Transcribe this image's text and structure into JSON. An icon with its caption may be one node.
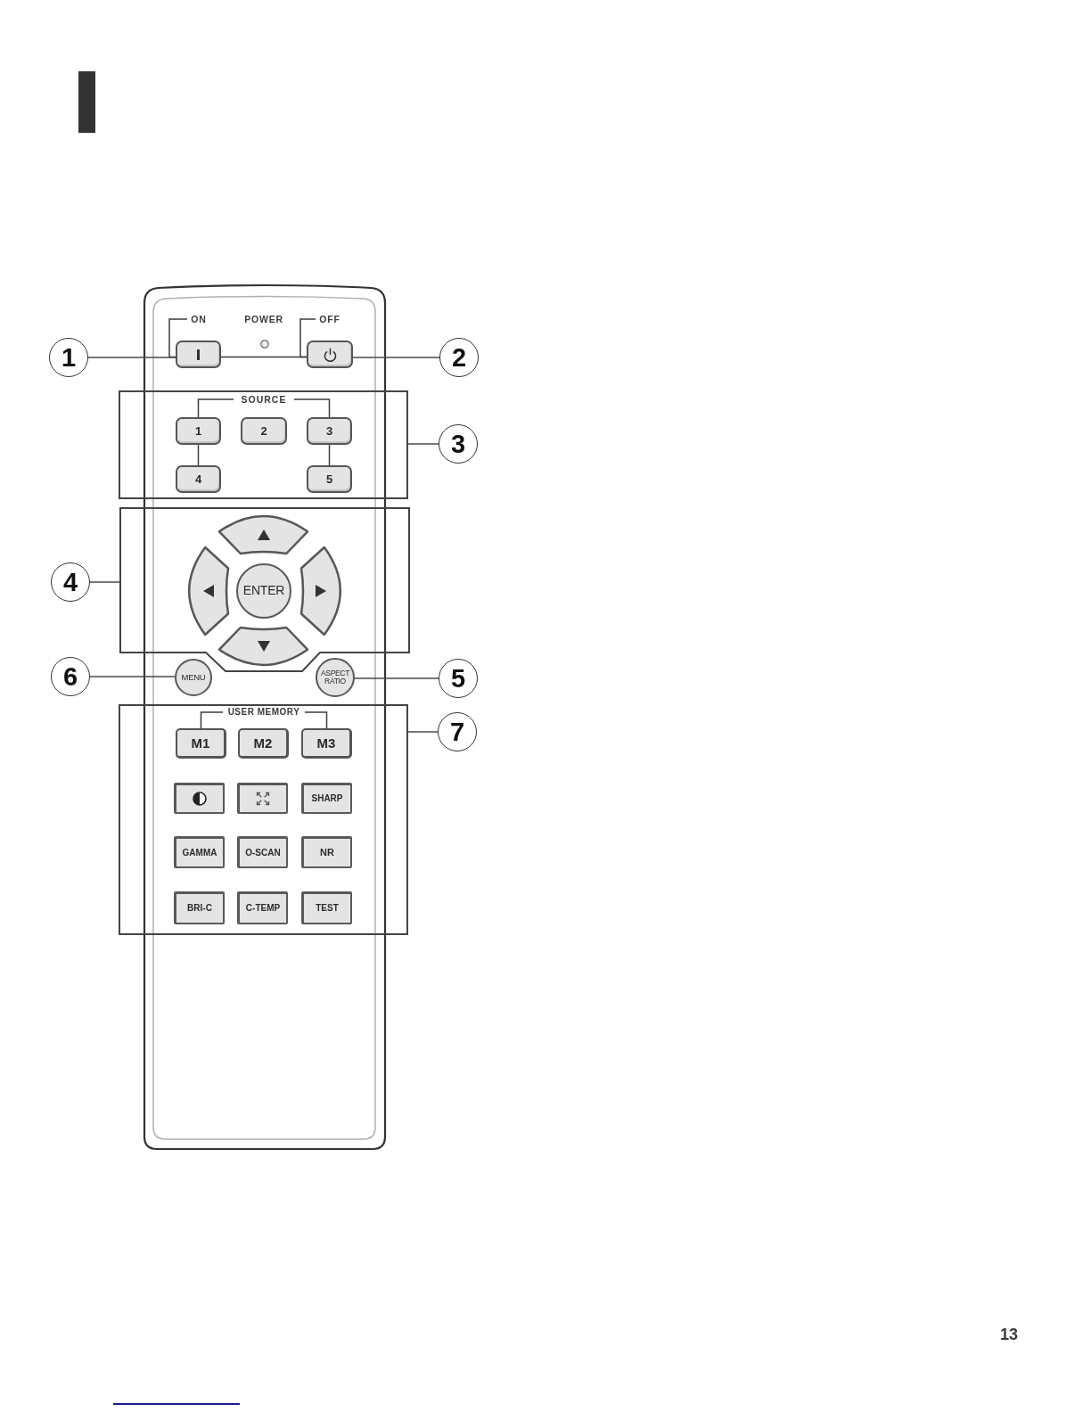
{
  "diagram": {
    "nodes": [
      {
        "text": [
          "ON"
        ]
      },
      {
        "text": [
          "OFF"
        ]
      },
      {
        "text": [
          "1"
        ]
      },
      {
        "text": [],
        "shape": "box"
      },
      {
        "text": [],
        "shape": "box"
      },
      {
        "text": [
          "2"
        ]
      },
      {
        "text": [],
        "shape": "box"
      },
      {
        "text": [
          "SOURCE"
        ],
        "in": 6
      },
      {
        "text": [
          "1"
        ],
        "in": 6
      },
      {
        "text": [
          "2"
        ],
        "in": 6
      },
      {
        "text": [
          "3"
        ],
        "in": 6
      },
      {
        "text": [
          "3"
        ]
      },
      {
        "text": [
          "4"
        ],
        "in": 6
      },
      {
        "text": [
          "5"
        ],
        "in": 6
      },
      {
        "text": [],
        "shape": "box"
      },
      {
        "text": [],
        "shape": "wedge",
        "in": 14
      },
      {
        "text": [
          "4"
        ]
      },
      {
        "text": [],
        "shape": "wedge",
        "in": 14
      },
      {
        "text": [
          "ENTER"
        ],
        "in": 14
      },
      {
        "text": [],
        "shape": "wedge",
        "in": 14
      },
      {
        "text": [],
        "shape": "wedge",
        "in": 14
      },
      {
        "text": [
          "6"
        ]
      },
      {
        "text": [
          "MENU"
        ]
      },
      {
        "text": [
          "ASPECT RATIO"
        ]
      },
      {
        "text": [
          "5"
        ]
      },
      {
        "text": [],
        "shape": "box"
      },
      {
        "text": [
          "USER MEMORY"
        ],
        "in": 25
      },
      {
        "text": [
          "7"
        ]
      },
      {
        "text": [
          "M1"
        ],
        "in": 25
      },
      {
        "text": [
          "M2"
        ],
        "in": 25
      },
      {
        "text": [
          "M3"
        ],
        "in": 25
      },
      {
        "text": [],
        "shape": "box",
        "in": 25
      },
      {
        "text": [],
        "shape": "box",
        "in": 25
      },
      {
        "text": [
          "SHARP"
        ],
        "in": 25
      },
      {
        "text": [
          "GAMMA"
        ],
        "in": 25
      },
      {
        "text": [
          "O-SCAN"
        ],
        "in": 25
      },
      {
        "text": [
          "NR"
        ],
        "in": 25
      },
      {
        "text": [
          "BRI-C"
        ],
        "in": 25
      },
      {
        "text": [
          "C-TEMP"
        ],
        "in": 25
      },
      {
        "text": [
          "TEST"
        ],
        "in": 25
      }
    ],
    "edges": [
      {
        "from": 0,
        "to": 3,
        "arrow": "none"
      },
      {
        "from": 1,
        "to": 4,
        "arrow": "none"
      },
      {
        "from": 2,
        "to": 3,
        "arrow": "none"
      },
      {
        "from": 3,
        "to": 4,
        "arrow": "none"
      },
      {
        "from": 5,
        "to": 4,
        "arrow": "none"
      },
      {
        "from": 7,
        "to": 8,
        "arrow": "none"
      },
      {
        "from": 7,
        "to": 10,
        "arrow": "none"
      },
      {
        "from": 8,
        "to": 12,
        "arrow": "none"
      },
      {
        "from": 10,
        "to": 13,
        "arrow": "none"
      },
      {
        "from": 11,
        "to": 6,
        "arrow": "none"
      },
      {
        "from": 16,
        "to": 14,
        "arrow": "none"
      },
      {
        "from": 21,
        "to": 22,
        "arrow": "none"
      },
      {
        "from": 24,
        "to": 23,
        "arrow": "none"
      },
      {
        "from": 26,
        "to": 28,
        "arrow": "none"
      },
      {
        "from": 26,
        "to": 30,
        "arrow": "none"
      },
      {
        "from": 27,
        "to": 25,
        "arrow": "none"
      }
    ],
    "labels": [
      "POWER",
      "13"
    ]
  }
}
